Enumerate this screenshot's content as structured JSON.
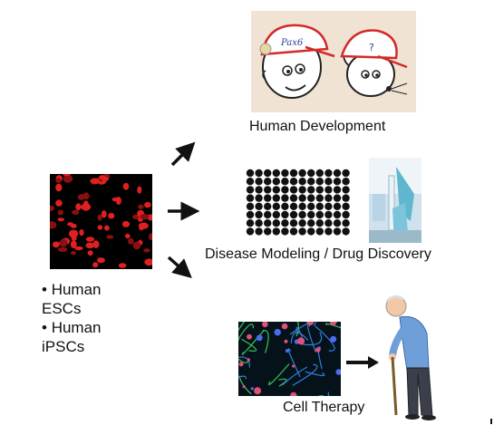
{
  "source_cells": {
    "bullets": [
      "Human",
      "ESCs",
      "Human",
      "iPSCs"
    ]
  },
  "applications": [
    {
      "label": "Human Development",
      "icon": "cartoon-human-and-mouse-wearing-caps-icon",
      "cap_text_human": "Pax6",
      "cap_text_mouse": "?"
    },
    {
      "label": "Disease Modeling / Drug Discovery",
      "icon": "well-plate-and-pipette-icon"
    },
    {
      "label": "Cell Therapy",
      "icon": "neurons-and-elderly-man-with-cane-icon"
    }
  ],
  "colors": {
    "cell_red": "#e02020",
    "arrow": "#111111",
    "dev_panel_bg": "#f1e3d4",
    "cap_red": "#d32a2a",
    "plate_well": "#111111"
  }
}
